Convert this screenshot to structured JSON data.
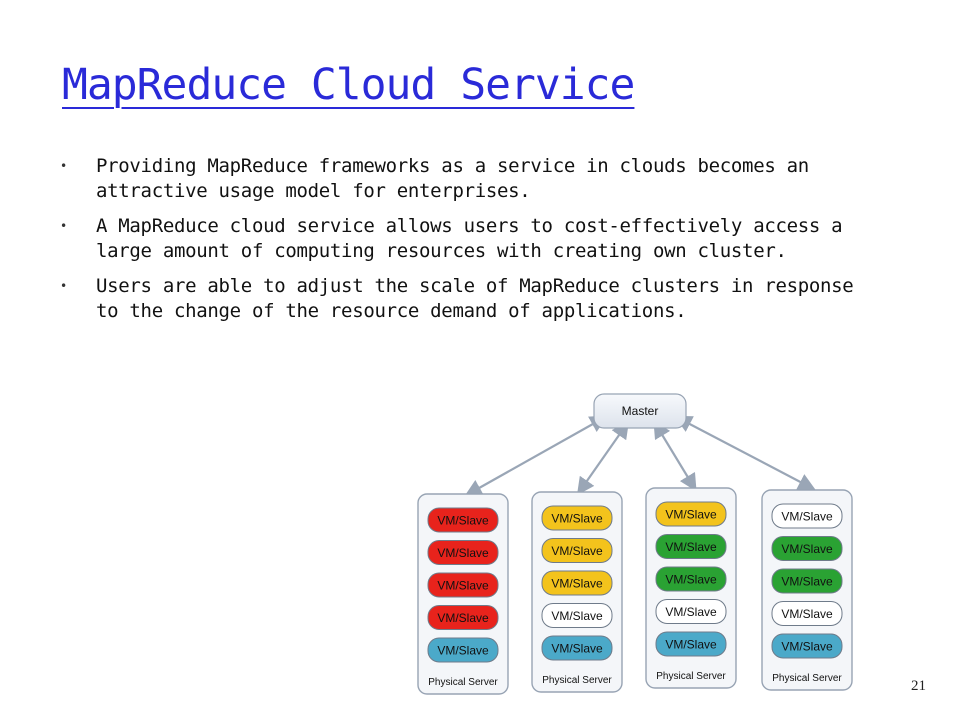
{
  "slide": {
    "title": "MapReduce Cloud Service",
    "bullets": [
      "Providing MapReduce frameworks as a service in clouds becomes an attractive usage model for enterprises.",
      "A MapReduce cloud service allows users to cost-effectively access a large amount of computing resources with creating own cluster.",
      "Users are able to adjust the scale of MapReduce clusters in response to the change of the resource demand of applications."
    ],
    "slide_number": "21"
  },
  "diagram": {
    "master_label": "Master",
    "server_label": "Physical Server",
    "vm_label": "VM/Slave",
    "colors": {
      "red": "#e8231c",
      "yellow": "#f3c31c",
      "green": "#2aa233",
      "white": "#ffffff",
      "blue": "#4ba9c9",
      "server_fill": "#f4f6f9",
      "server_border": "#98a4b4",
      "arrow": "#9aa6b6"
    },
    "servers": [
      [
        "red",
        "red",
        "red",
        "red",
        "blue"
      ],
      [
        "yellow",
        "yellow",
        "yellow",
        "white",
        "blue"
      ],
      [
        "yellow",
        "green",
        "green",
        "white",
        "blue"
      ],
      [
        "white",
        "green",
        "green",
        "white",
        "blue"
      ]
    ]
  }
}
